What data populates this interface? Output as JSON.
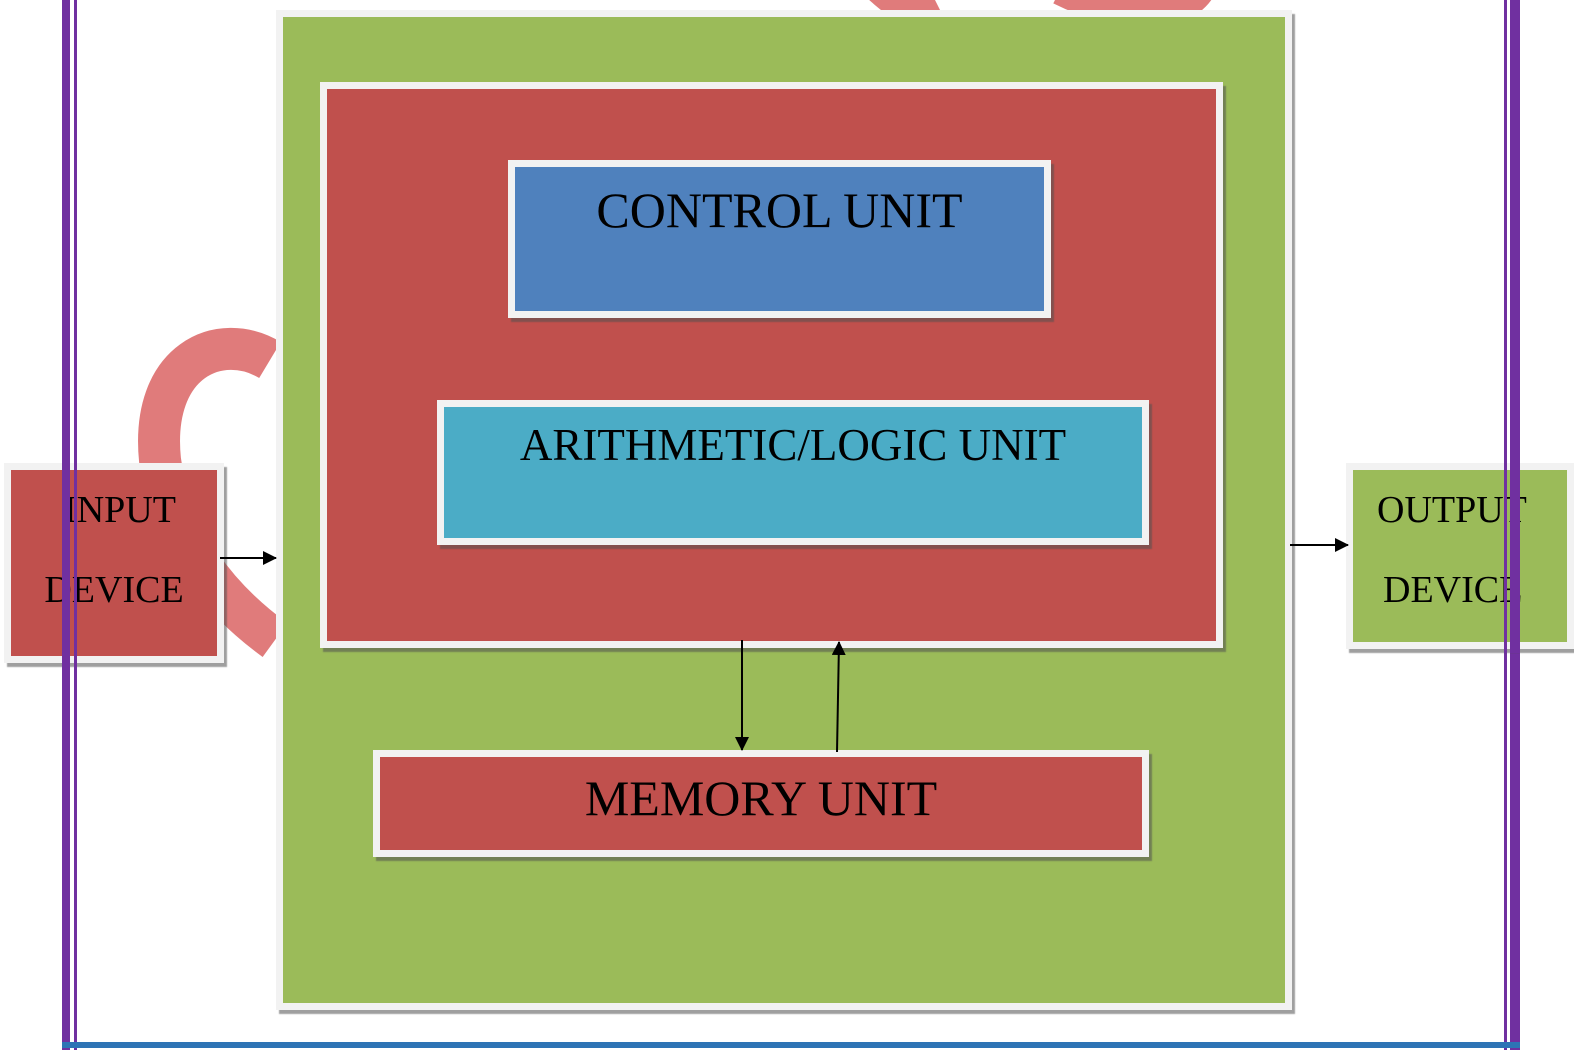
{
  "diagram": {
    "cpu_block": {
      "control_unit": "CONTROL UNIT",
      "alu": "ARITHMETIC/LOGIC UNIT"
    },
    "memory_unit": "MEMORY UNIT",
    "input_device": {
      "line1": "INPUT",
      "line2": "DEVICE"
    },
    "output_device": {
      "line1": "OUTPUT",
      "line2": "DEVICE"
    }
  },
  "colors": {
    "border": "#7030a0",
    "green": "#9bbb59",
    "red": "#c0504d",
    "blue": "#4f81bd",
    "teal": "#4bacc6",
    "swirl": "#e07b7b"
  }
}
